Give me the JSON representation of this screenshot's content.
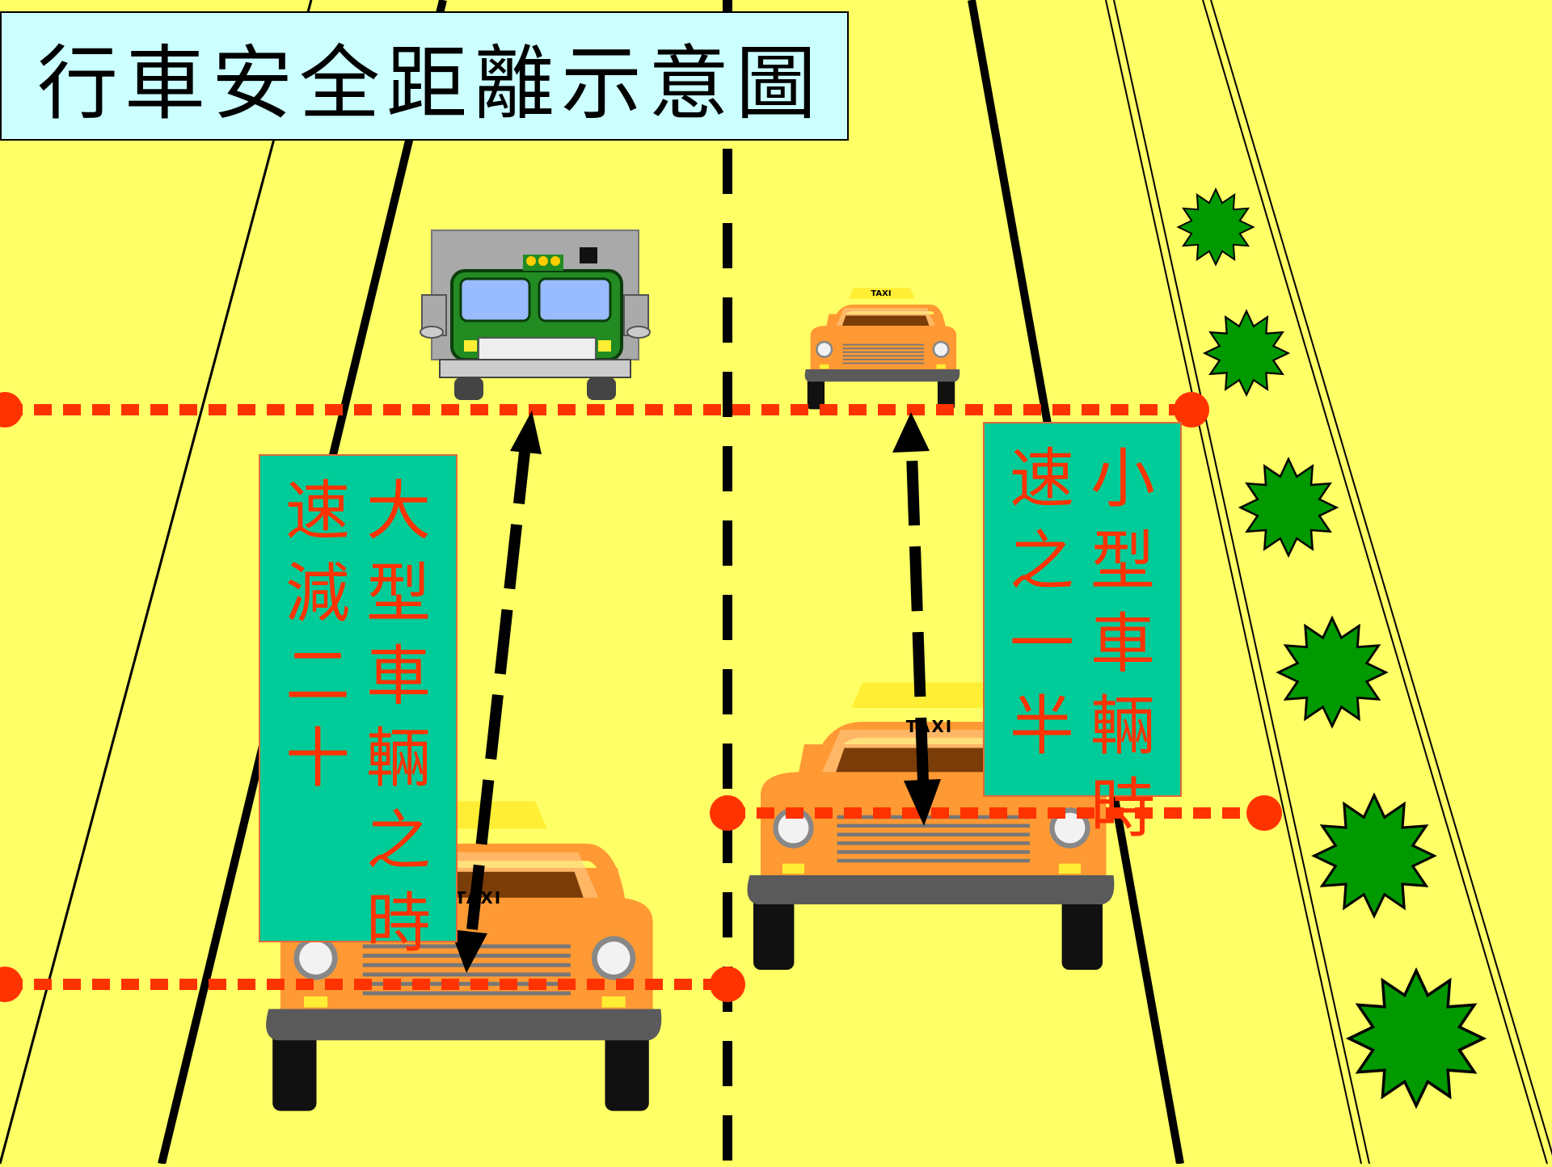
{
  "title": "行車安全距離示意圖",
  "colors": {
    "background": "#ffff66",
    "title_box": "#ccffff",
    "note_box": "#00cc99",
    "note_text": "#ff3300",
    "distance_line": "#ff3300",
    "tree": "#009900",
    "taxi_body": "#ff9933",
    "truck_cab": "#228b22",
    "truck_box": "#a9a9a9"
  },
  "notes": {
    "large_vehicle": {
      "lines": [
        "大型車輛之時",
        "速減二十"
      ]
    },
    "small_vehicle": {
      "lines": [
        "小型車輛時",
        "速之一半"
      ]
    }
  },
  "taxi_sign": "TAXI",
  "vehicles": [
    "truck",
    "taxi",
    "taxi",
    "taxi"
  ],
  "trees_count": 6,
  "icons": [
    "truck-icon",
    "taxi-icon",
    "tree-icon",
    "arrow-icon"
  ]
}
